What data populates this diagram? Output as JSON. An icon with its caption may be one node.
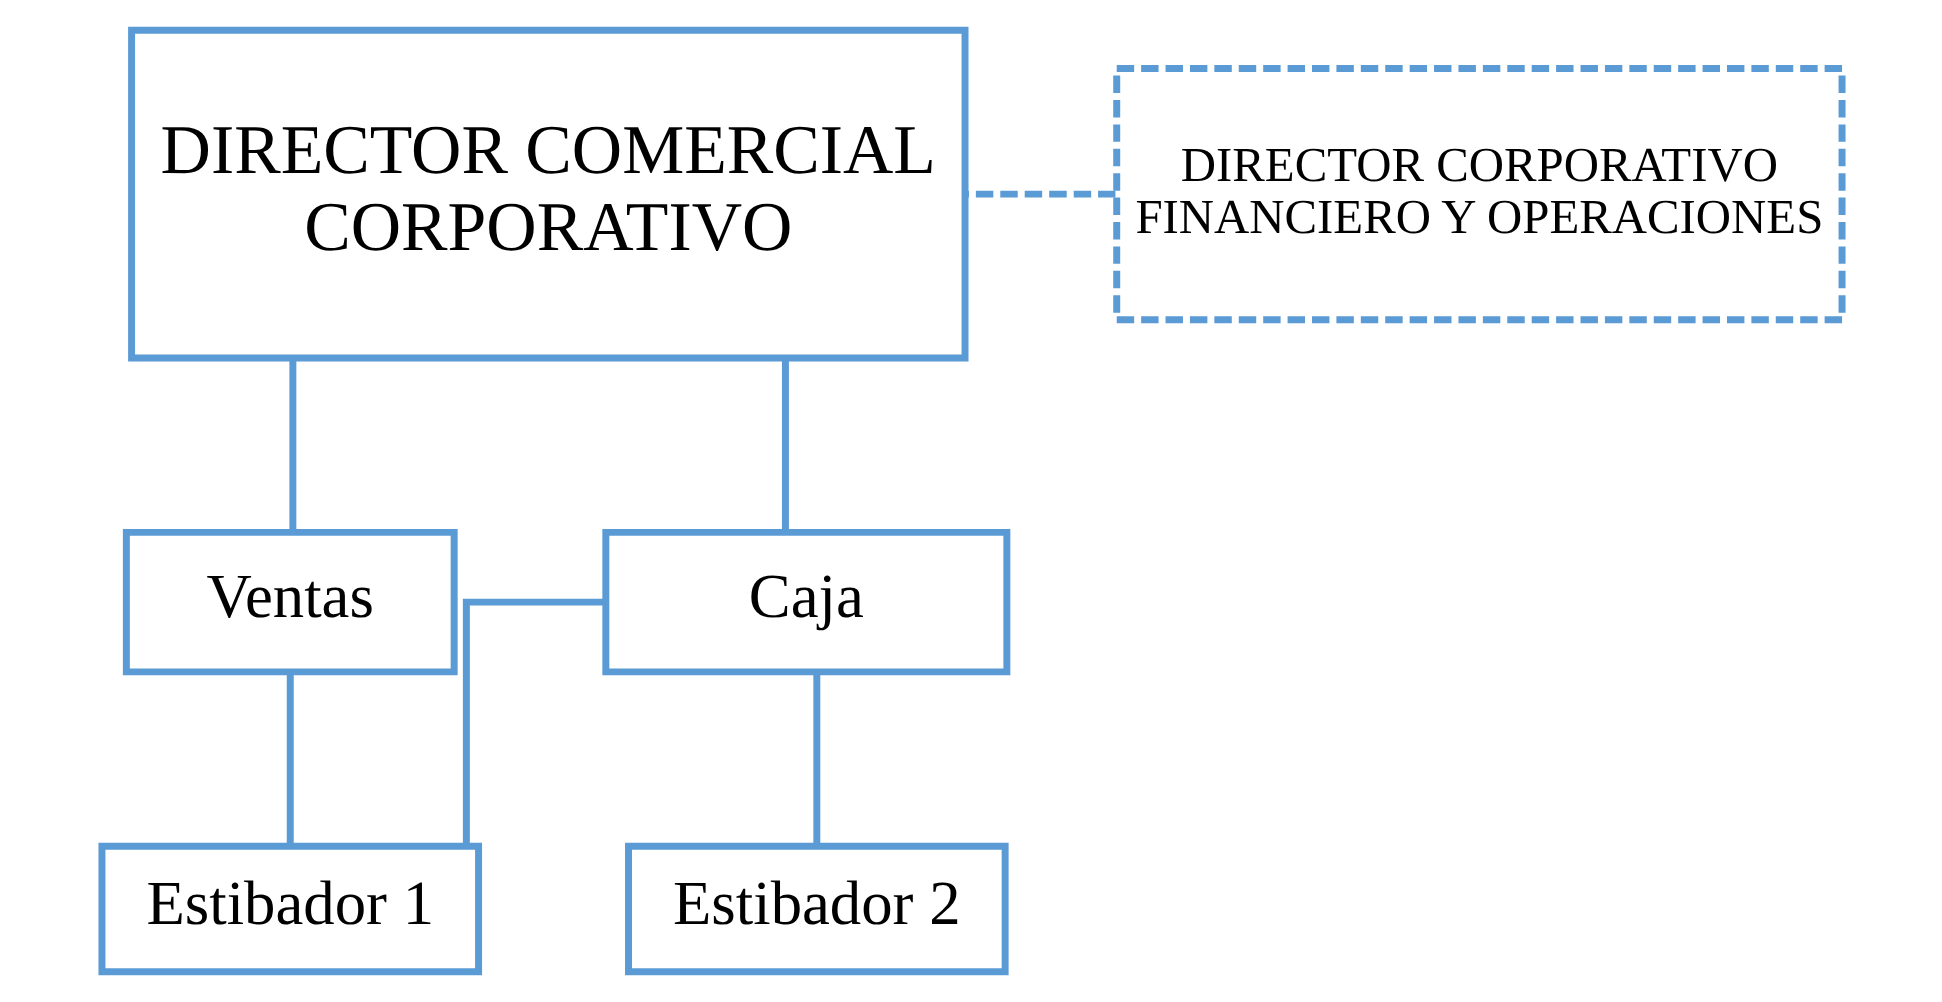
{
  "diagram": {
    "nodes": [
      {
        "text": [
          "DIRECTOR COMERCIAL CORPORATIVO"
        ]
      },
      {
        "text": [
          "DIRECTOR CORPORATIVO FINANCIERO Y OPERACIONES"
        ]
      },
      {
        "text": [
          "Ventas"
        ]
      },
      {
        "text": [
          "Caja"
        ]
      },
      {
        "text": [
          "Estibador 1"
        ]
      },
      {
        "text": [
          "Estibador 2"
        ]
      }
    ],
    "edges": [
      {
        "from": 0,
        "to": 2,
        "arrow": "none"
      },
      {
        "from": 0,
        "to": 3,
        "arrow": "none"
      },
      {
        "from": 1,
        "to": 0,
        "arrow": "none",
        "style": "dashed"
      },
      {
        "from": 2,
        "to": 4,
        "arrow": "none"
      },
      {
        "from": 3,
        "to": 4,
        "arrow": "none"
      },
      {
        "from": 3,
        "to": 5,
        "arrow": "none"
      }
    ]
  }
}
